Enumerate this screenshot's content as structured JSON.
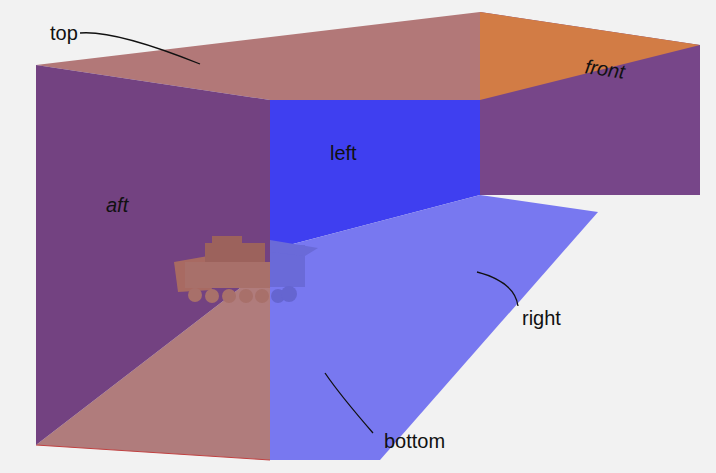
{
  "diagram": {
    "labels": [
      "top",
      "aft",
      "left",
      "front",
      "right",
      "bottom"
    ]
  }
}
